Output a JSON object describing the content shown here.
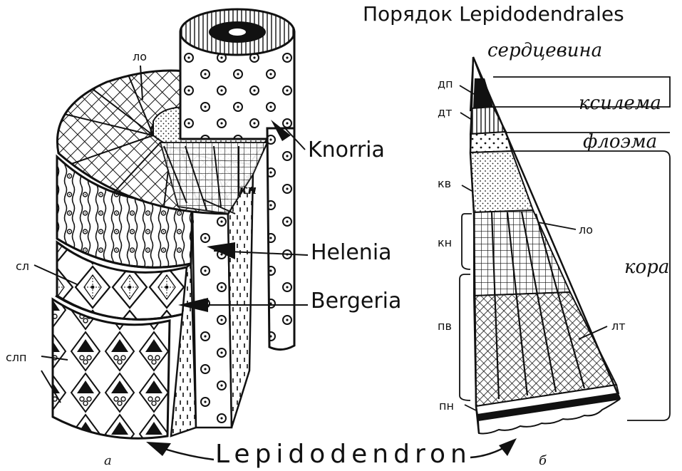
{
  "title": "Порядок Lepidodendrales",
  "left_figure": {
    "panel_letter": "а",
    "labels": {
      "lo": "ло",
      "kn": "кн",
      "sl": "сл",
      "slp": "слп"
    },
    "form_names": {
      "knorria": "Knorria",
      "helenia": "Helenia",
      "bergeria": "Bergeria"
    }
  },
  "genus_name": "Lepidodendron",
  "right_figure": {
    "panel_letter": "б",
    "labels": {
      "serdtsevina": "сердцевина",
      "dp": "дп",
      "dt": "дт",
      "kv": "кв",
      "kn": "кн",
      "lo": "ло",
      "pv": "пв",
      "lt": "лт",
      "pn": "пн"
    },
    "regions": {
      "ksilema": "ксилема",
      "floema": "флоэма",
      "kora": "кора"
    }
  }
}
